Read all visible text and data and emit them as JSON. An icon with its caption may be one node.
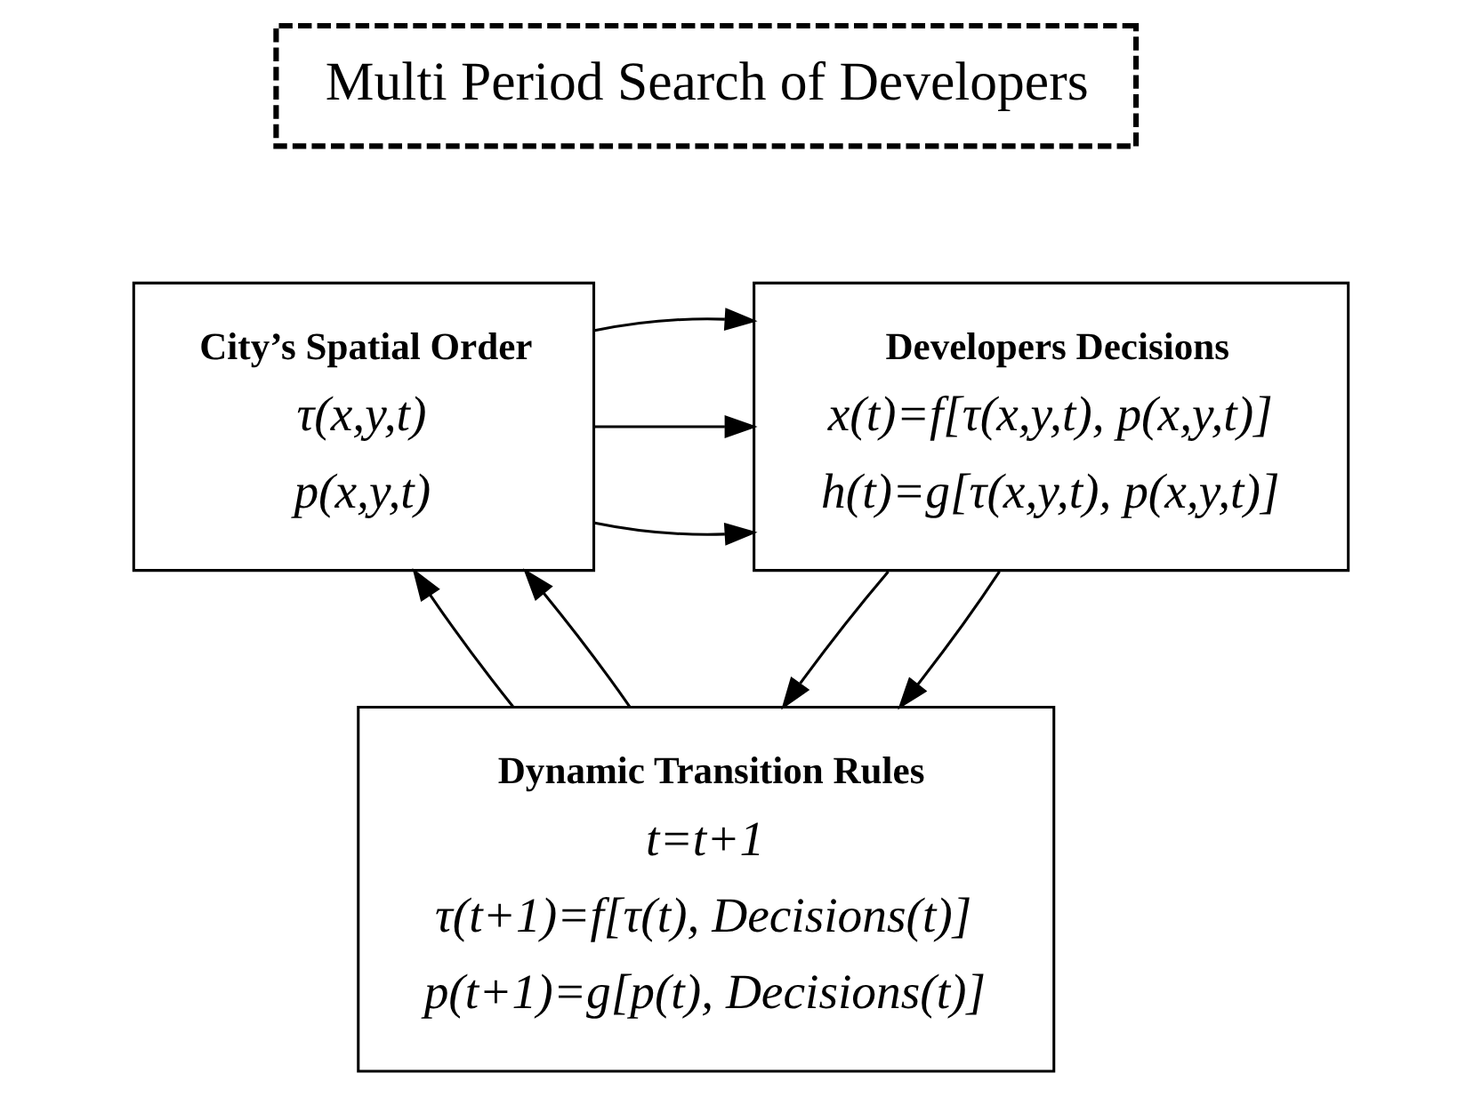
{
  "diagram": {
    "nodes": [
      {
        "text": [
          "Multi Period Search of Developers"
        ]
      },
      {
        "text": [
          "City’s Spatial Order",
          "τ(x,y,t)",
          "p(x,y,t)"
        ]
      },
      {
        "text": [
          "Developers Decisions",
          "x(t)=f[τ(x,y,t), p(x,y,t)]",
          "h(t)=g[τ(x,y,t), p(x,y,t)]"
        ]
      },
      {
        "text": [
          "Dynamic Transition Rules",
          "t=t+1",
          "τ(t+1)=f[τ(t), Decisions(t)]",
          "p(t+1)=g[p(t), Decisions(t)]"
        ]
      }
    ],
    "edges": [
      {
        "from": 1,
        "to": 2,
        "arrow": "to"
      },
      {
        "from": 1,
        "to": 2,
        "arrow": "to"
      },
      {
        "from": 1,
        "to": 2,
        "arrow": "to"
      },
      {
        "from": 2,
        "to": 3,
        "arrow": "to"
      },
      {
        "from": 2,
        "to": 3,
        "arrow": "to"
      },
      {
        "from": 3,
        "to": 1,
        "arrow": "to"
      },
      {
        "from": 3,
        "to": 1,
        "arrow": "to"
      }
    ]
  }
}
